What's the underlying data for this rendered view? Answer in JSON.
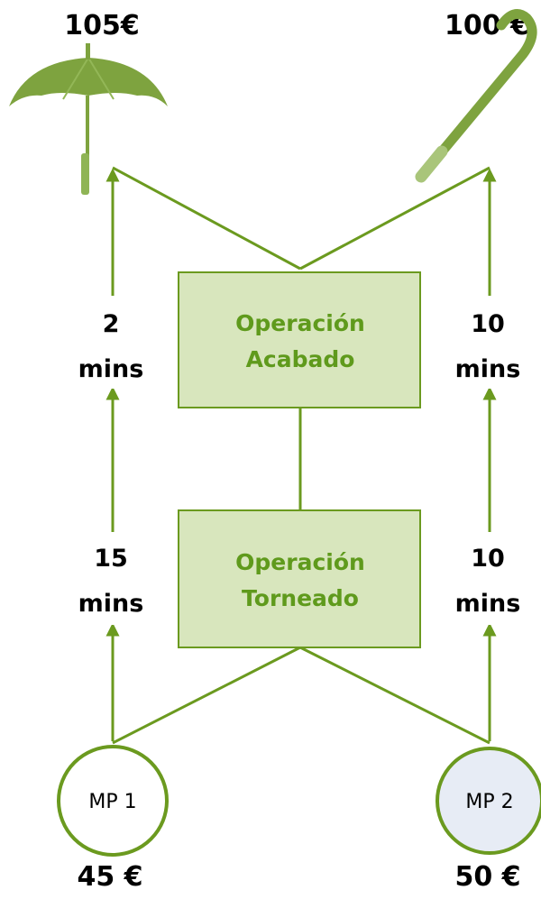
{
  "products": {
    "umbrella": {
      "price": "105€",
      "icon": "umbrella-icon"
    },
    "cane": {
      "price": "100 €",
      "icon": "walking-cane-icon"
    }
  },
  "operations": {
    "acabado": {
      "line1": "Operación",
      "line2": "Acabado"
    },
    "torneado": {
      "line1": "Operación",
      "line2": "Torneado"
    }
  },
  "times": {
    "left_upper": {
      "value": "2",
      "unit": "mins"
    },
    "right_upper": {
      "value": "10",
      "unit": "mins"
    },
    "left_lower": {
      "value": "15",
      "unit": "mins"
    },
    "right_lower": {
      "value": "10",
      "unit": "mins"
    }
  },
  "materials": {
    "mp1": {
      "label": "MP  1",
      "cost": "45 €"
    },
    "mp2": {
      "label": "MP  2",
      "cost": "50 €"
    }
  },
  "colors": {
    "line": "#6b9a1f",
    "box_fill": "#d8e6bd",
    "box_text": "#5f9a1c",
    "mp2_fill": "#e7ecf5",
    "product": "#7ea33f"
  }
}
